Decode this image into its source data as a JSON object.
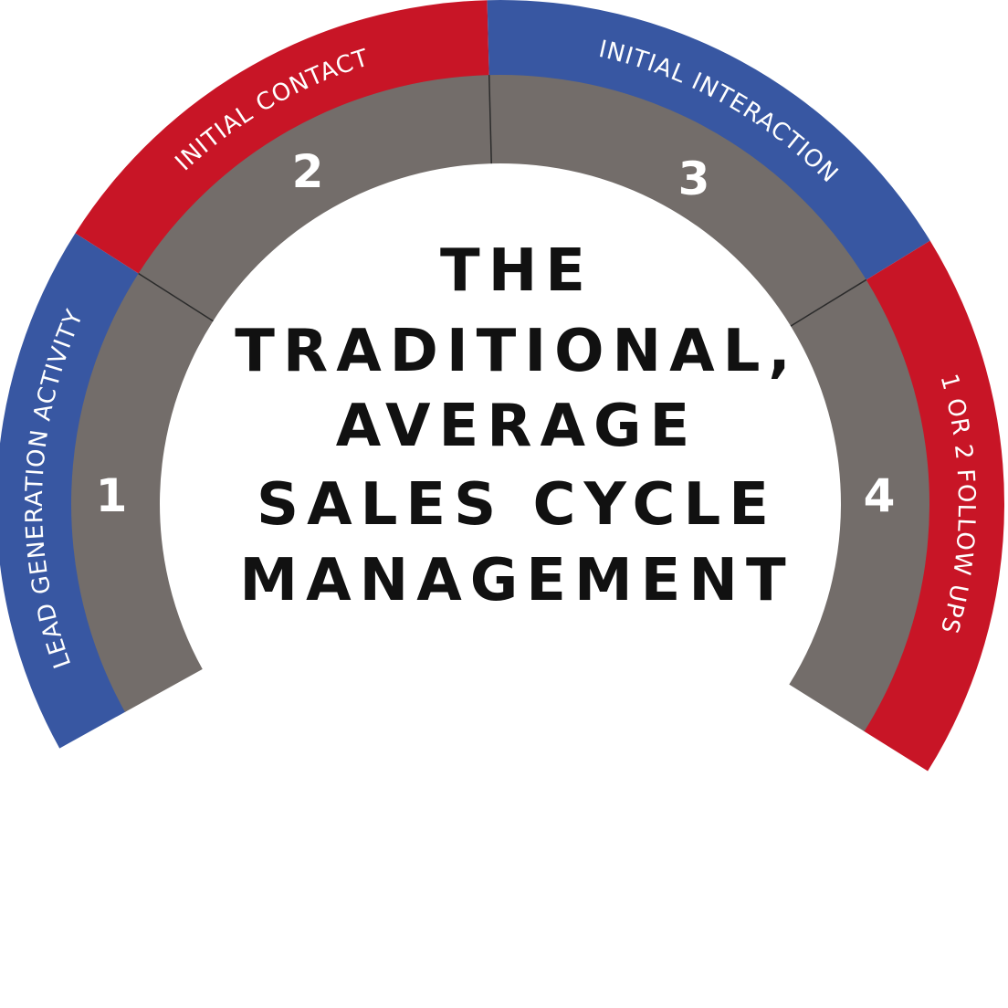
{
  "colors": {
    "red": "#c81526",
    "blue": "#3857a2",
    "gray": "#736d6a",
    "divider": "#2b2b2b"
  },
  "title": {
    "lines": [
      "THE",
      "TRADITIONAL,",
      "AVERAGE",
      "SALES CYCLE",
      "MANAGEMENT"
    ]
  },
  "stages": [
    {
      "number": "1",
      "label": "LEAD GENERATION ACTIVITY",
      "color": "blue"
    },
    {
      "number": "2",
      "label": "INITIAL CONTACT",
      "color": "red"
    },
    {
      "number": "3",
      "label": "INITIAL INTERACTION",
      "color": "blue"
    },
    {
      "number": "4",
      "label": "1 OR 2 FOLLOW UPS",
      "color": "red"
    }
  ]
}
